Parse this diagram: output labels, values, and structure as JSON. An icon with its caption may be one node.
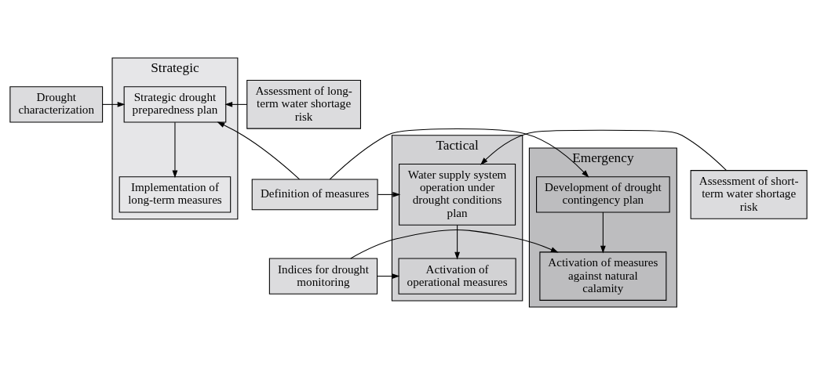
{
  "diagram": {
    "nodes": [
      {
        "text": [
          "Strategic"
        ]
      },
      {
        "text": [
          "Strategic drought preparedness plan"
        ],
        "in": 0
      },
      {
        "text": [
          "Implementation of long-term measures"
        ],
        "in": 0
      },
      {
        "text": [
          "Tactical"
        ]
      },
      {
        "text": [
          "Water supply system operation under drought conditions plan"
        ],
        "in": 3
      },
      {
        "text": [
          "Activation of operational measures"
        ],
        "in": 3
      },
      {
        "text": [
          "Emergency"
        ]
      },
      {
        "text": [
          "Development of drought contingency plan"
        ],
        "in": 6
      },
      {
        "text": [
          "Activation of measures against natural calamity"
        ],
        "in": 6
      },
      {
        "text": [
          "Drought characterization"
        ]
      },
      {
        "text": [
          "Indices for drought monitoring"
        ]
      },
      {
        "text": [
          "Assessment of long-term water shortage risk"
        ]
      },
      {
        "text": [
          "Assessment of short-term water shortage risk"
        ]
      },
      {
        "text": [
          "Definition of measures"
        ]
      }
    ],
    "edges": [
      {
        "from": 9,
        "to": 1,
        "arrow": "to"
      },
      {
        "from": 11,
        "to": 1,
        "arrow": "to"
      },
      {
        "from": 13,
        "to": 1,
        "arrow": "to"
      },
      {
        "from": 1,
        "to": 2,
        "arrow": "to"
      },
      {
        "from": 12,
        "to": 4,
        "arrow": "to"
      },
      {
        "from": 13,
        "to": 4,
        "arrow": "to"
      },
      {
        "from": 13,
        "to": 7,
        "arrow": "to"
      },
      {
        "from": 4,
        "to": 5,
        "arrow": "to"
      },
      {
        "from": 7,
        "to": 8,
        "arrow": "to"
      },
      {
        "from": 10,
        "to": 5,
        "arrow": "to"
      },
      {
        "from": 10,
        "to": 8,
        "arrow": "to"
      }
    ]
  }
}
